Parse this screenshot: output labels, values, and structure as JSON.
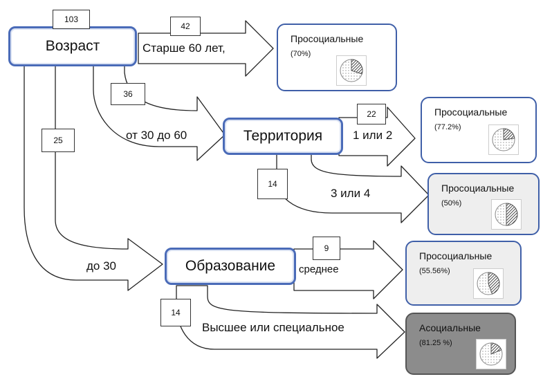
{
  "nodes": {
    "age": "Возраст",
    "territory": "Территория",
    "education": "Образование"
  },
  "counts": {
    "total": "103",
    "over60": "42",
    "age30to60": "36",
    "under30": "25",
    "territory12": "22",
    "territory34": "14",
    "eduSecondary": "9",
    "eduHigher": "14"
  },
  "flow_labels": {
    "over60": "Старше 60 лет,",
    "age30to60": "от 30 до 60",
    "under30": "до 30",
    "territory12": "1 или 2",
    "territory34": "3 или 4",
    "eduSecondary": "среднее",
    "eduHigher": "Высшее или специальное"
  },
  "outcomes": {
    "o1": {
      "label": "Просоциальные",
      "pct": "(70%)",
      "share": 0.7,
      "fill": "#ffffff"
    },
    "o2": {
      "label": "Просоциальные",
      "pct": "(77.2%)",
      "share": 0.772,
      "fill": "#ffffff"
    },
    "o3": {
      "label": "Просоциальные",
      "pct": "(50%)",
      "share": 0.5,
      "fill": "#eeeeee"
    },
    "o4": {
      "label": "Просоциальные",
      "pct": "(55.56%)",
      "share": 0.5556,
      "fill": "#eeeeee"
    },
    "o5": {
      "label": "Асоциальные",
      "pct": "(81.25 %)",
      "share": 0.8125,
      "fill": "#8c8c8c"
    }
  },
  "colors": {
    "node_border": "#4a6bb8",
    "outcome_border": "#3f5fa8"
  }
}
